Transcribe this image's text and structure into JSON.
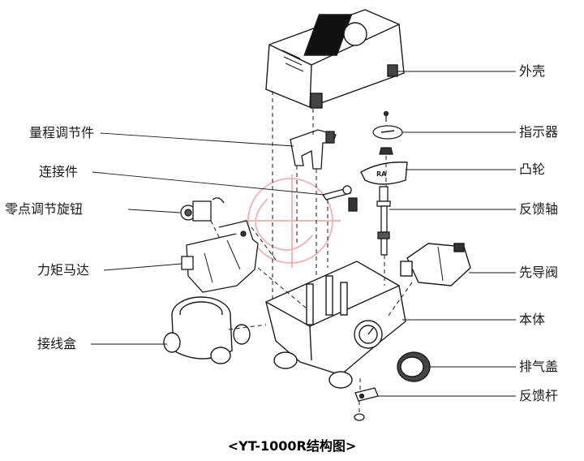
{
  "labels": {
    "housing": "外壳",
    "indicator": "指示器",
    "cam": "凸轮",
    "feedback_shaft": "反馈轴",
    "pilot_valve": "先导阀",
    "body": "本体",
    "exhaust_cover": "排气盖",
    "feedback_lever": "反馈杆",
    "span_adjuster": "量程调节件",
    "connector": "连接件",
    "zero_knob": "零点调节旋钮",
    "torque_motor": "力矩马达",
    "junction_box": "接线盒"
  },
  "cam_text": "RA",
  "caption": "<YT-1000R结构图>",
  "colors": {
    "line": "#1a1a1a",
    "watermark": "#f0b8b8"
  }
}
